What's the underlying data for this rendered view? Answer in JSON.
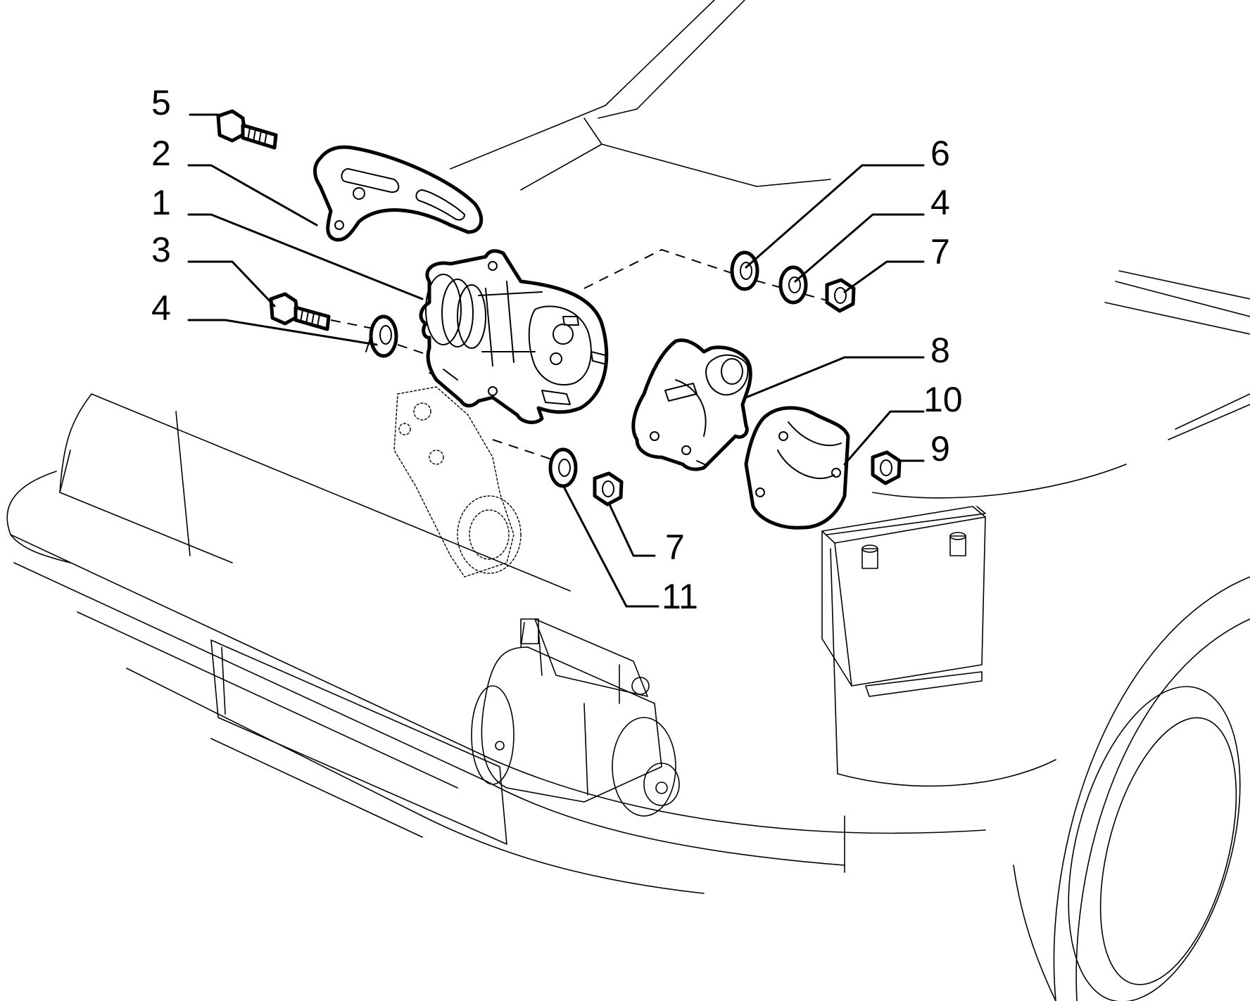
{
  "callouts": {
    "c1": "1",
    "c2": "2",
    "c3": "3",
    "c4a": "4",
    "c4b": "4",
    "c5": "5",
    "c6": "6",
    "c7a": "7",
    "c7b": "7",
    "c8": "8",
    "c9": "9",
    "c10": "10",
    "c11": "11"
  }
}
